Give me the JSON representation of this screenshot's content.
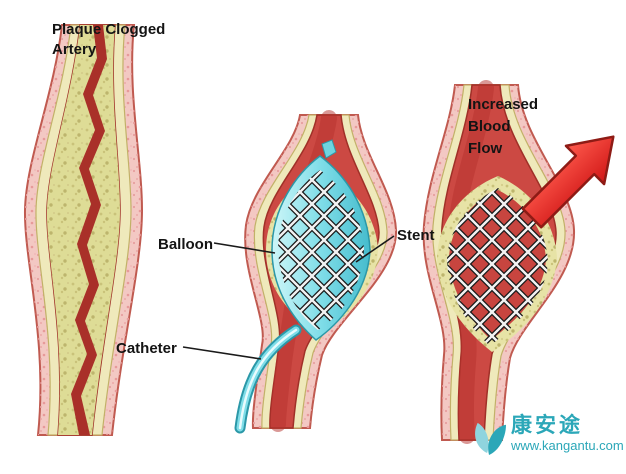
{
  "diagram": {
    "title": "Plaque Clogged Artery",
    "labels": {
      "balloon": "Balloon",
      "stent": "Stent",
      "catheter": "Catheter",
      "flow": "Increased Blood Flow"
    },
    "watermark": {
      "brand": "康安途",
      "url": "www.kangantu.com"
    },
    "icons": {
      "watermark_leaf": "leaf-icon"
    },
    "colors": {
      "artery_wall_pink": "#f3c8c3",
      "wall_speckle": "#e79f9f",
      "wall_edge": "#c05a50",
      "plaque_yellow": "#e7e3a6",
      "lumen_red": "#cc4943",
      "lumen_dark_red": "#b5322d",
      "balloon_cyan": "#7fdde8",
      "catheter_cyan": "#49c3d4",
      "stent_strut_white": "#f2f2f2",
      "stent_outline_black": "#1a1a1a",
      "arrow_red": "#d01616",
      "watermark_teal": "#2ba7b8",
      "label_text": "#141414"
    }
  }
}
